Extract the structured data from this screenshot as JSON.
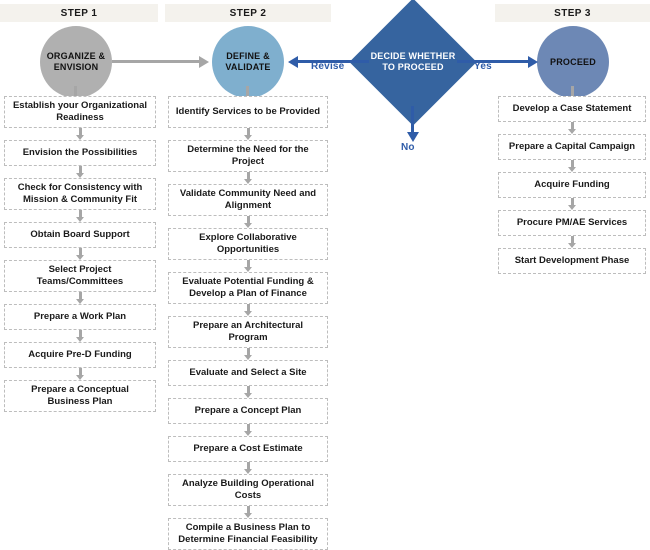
{
  "headers": [
    {
      "label": "STEP 1"
    },
    {
      "label": "STEP 2"
    },
    {
      "label": "STEP 3"
    }
  ],
  "nodes": {
    "organize": "ORGANIZE & ENVISION",
    "define": "DEFINE & VALIDATE",
    "proceed": "PROCEED",
    "decision": "DECIDE WHETHER TO PROCEED"
  },
  "edges": {
    "revise": "Revise",
    "yes": "Yes",
    "no": "No"
  },
  "colors": {
    "organize_circle": "#b0b0b0",
    "define_circle": "#7fafce",
    "proceed_circle": "#6d88b5",
    "decision_diamond": "#36649f",
    "edge_blue": "#2f5ca8",
    "edge_gray": "#a6a6a6",
    "header_bar": "#f4f2ed",
    "box_border": "#bdbdbd",
    "background": "#ffffff"
  },
  "columns": {
    "step1": [
      "Establish your Organizational Readiness",
      "Envision the Possibilities",
      "Check for Consistency with Mission & Community Fit",
      "Obtain Board Support",
      "Select Project Teams/Committees",
      "Prepare a Work Plan",
      "Acquire Pre-D Funding",
      "Prepare a Conceptual Business Plan"
    ],
    "step2": [
      "Identify Services to be Provided",
      "Determine the Need for the Project",
      "Validate Community Need and Alignment",
      "Explore Collaborative Opportunities",
      "Evaluate Potential Funding & Develop a Plan of Finance",
      "Prepare an Architectural Program",
      "Evaluate and Select a Site",
      "Prepare a Concept Plan",
      "Prepare a Cost Estimate",
      "Analyze Building Operational Costs",
      "Compile a Business Plan to Determine Financial Feasibility"
    ],
    "step3": [
      "Develop a Case Statement",
      "Prepare a Capital Campaign",
      "Acquire Funding",
      "Procure PM/AE Services",
      "Start Development Phase"
    ]
  }
}
